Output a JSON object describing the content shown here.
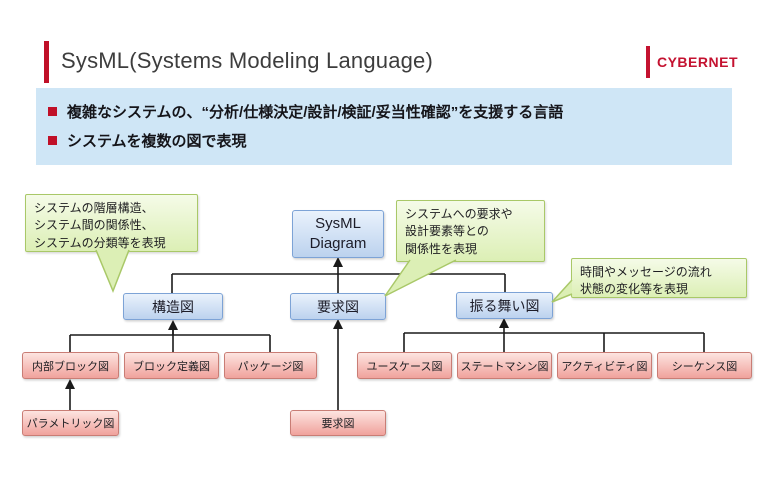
{
  "header": {
    "title": "SysML(Systems Modeling Language)",
    "logo_text": "CYBERNET"
  },
  "banner": {
    "bullets": [
      "複雑なシステムの、“分析/仕様決定/設計/検証/妥当性確認”を支援する言語",
      "システムを複数の図で表現"
    ]
  },
  "diagram": {
    "root": {
      "line1": "SysML",
      "line2": "Diagram"
    },
    "level2": [
      {
        "label": "構造図"
      },
      {
        "label": "要求図"
      },
      {
        "label": "振る舞い図"
      }
    ],
    "leaves": [
      {
        "label": "内部ブロック図"
      },
      {
        "label": "ブロック定義図"
      },
      {
        "label": "パッケージ図"
      },
      {
        "label": "ユースケース図"
      },
      {
        "label": "ステートマシン図"
      },
      {
        "label": "アクティビティ図"
      },
      {
        "label": "シーケンス図"
      },
      {
        "label": "パラメトリック図"
      },
      {
        "label": "要求図"
      }
    ],
    "callouts": [
      {
        "lines": [
          "システムの階層構造、",
          "システム間の関係性、",
          "システムの分類等を表現"
        ]
      },
      {
        "lines": [
          "システムへの要求や",
          "設計要素等との",
          "関係性を表現"
        ]
      },
      {
        "lines": [
          "時間やメッセージの流れ",
          "状態の変化等を表現"
        ]
      }
    ]
  },
  "colors": {
    "accent_red": "#c01028",
    "logo_red": "#c41230",
    "banner_bg": "#cfe6f6",
    "blue_node_border": "#7da3d6",
    "blue_node_fill": "#bcd2ee",
    "pink_node_border": "#c97d75",
    "pink_node_fill": "#f0a29c",
    "callout_border": "#a9c868",
    "callout_fill": "#dcefb5",
    "connector": "#1a1a1a"
  }
}
